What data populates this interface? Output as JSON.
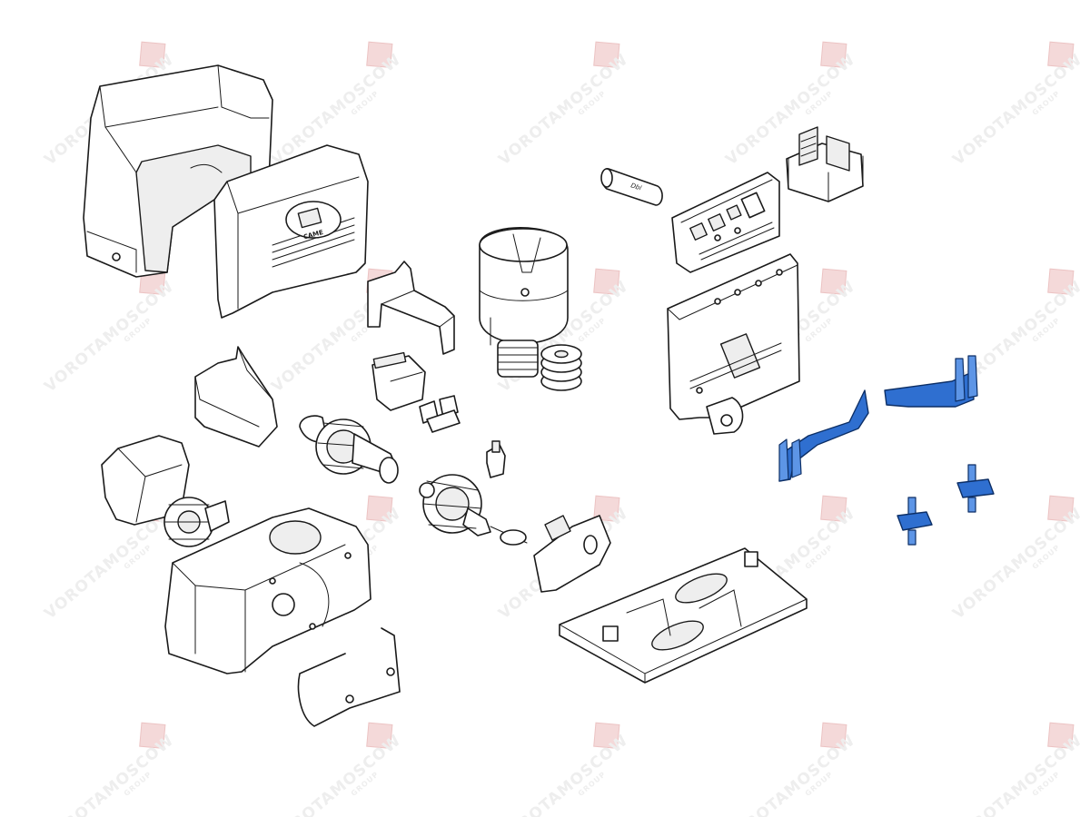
{
  "watermark": {
    "text": "VOROTAMOSCOW",
    "subtext": "GROUP",
    "color": "#eeeeee",
    "logo_color": "#f4d9d9"
  },
  "drawing": {
    "line_color": "#1a1a1a",
    "highlight_color": "#2f6fd0",
    "cover_logo_text": "CAME",
    "capacitor_label": "Dbl"
  }
}
